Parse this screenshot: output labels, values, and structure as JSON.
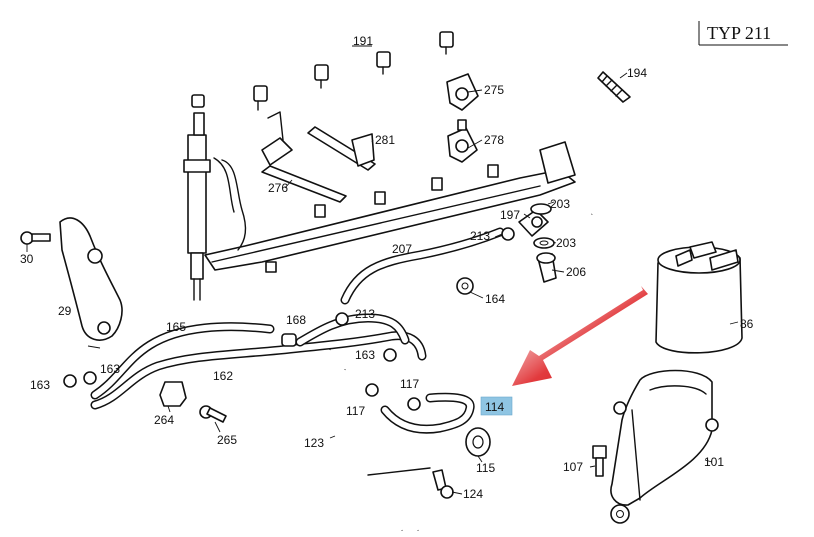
{
  "header": {
    "model_label": "TYP 211"
  },
  "highlight_label": "114",
  "parts": {
    "p191": "191",
    "p194": "194",
    "p275": "275",
    "p281": "281",
    "p278": "278",
    "p276": "276",
    "p197": "197",
    "p203a": "203",
    "p203b": "203",
    "p206": "206",
    "p207": "207",
    "p213a": "213",
    "p213b": "213",
    "p164": "164",
    "p30": "30",
    "p29": "29",
    "p165": "165",
    "p168": "168",
    "p163a": "163",
    "p163b": "163",
    "p163c": "163",
    "p162": "162",
    "p264": "264",
    "p265": "265",
    "p117a": "117",
    "p117b": "117",
    "p123": "123",
    "p115": "115",
    "p124": "124",
    "p86": "86",
    "p107": "107",
    "p101": "101"
  },
  "colors": {
    "highlight_bg": "#8fc5e3",
    "arrow": "#d8161a"
  }
}
